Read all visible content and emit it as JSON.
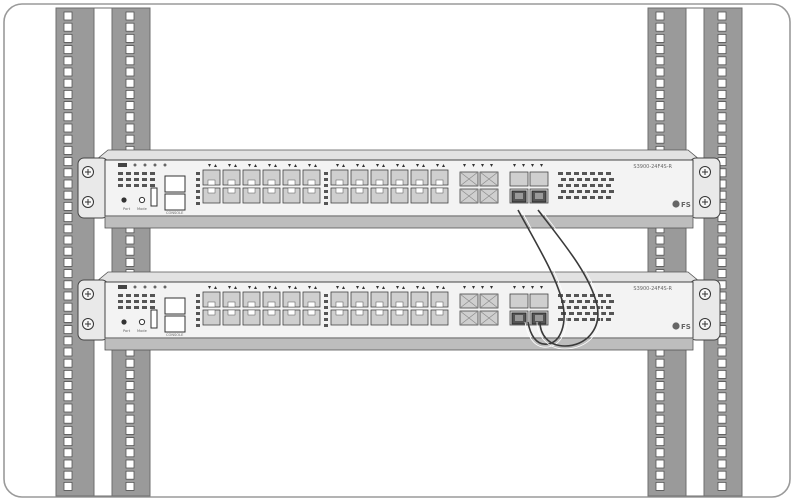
{
  "figure": {
    "switches": [
      {
        "model_label": "S3900-24F4S-R",
        "brand_label": "FS"
      },
      {
        "model_label": "S3900-24F4S-R",
        "brand_label": "FS"
      }
    ],
    "port_labels": [
      "Port",
      "Mode"
    ],
    "console_label": "CONSOLE"
  },
  "colors": {
    "rail": "#9a9a9a",
    "rail_edge": "#6f6f6f",
    "chassis_front": "#f3f3f3",
    "chassis_top": "#e2e2e2",
    "chassis_shadow": "#7d7d7d",
    "port": "#cfcfcf",
    "cable": "#3a3a3a"
  }
}
